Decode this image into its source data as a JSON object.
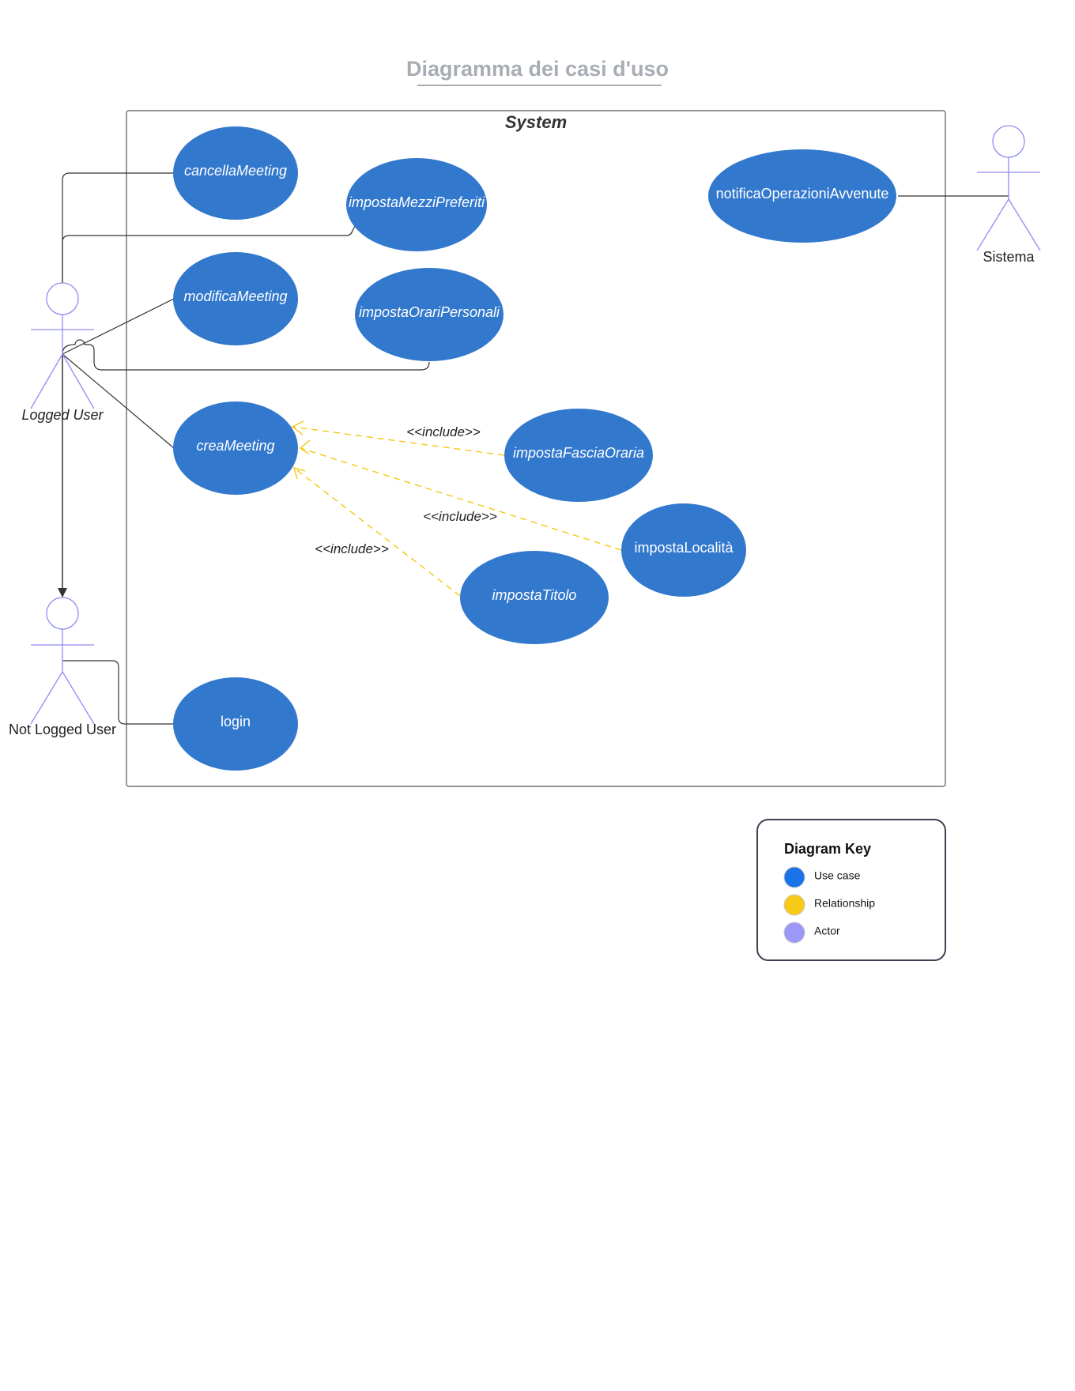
{
  "title": "Diagramma dei casi d'uso",
  "system_label": "System",
  "colors": {
    "use_case": "#3278cd",
    "relationship": "#f4c400",
    "actor": "#8f8cf6",
    "line": "#333333",
    "title": "#a7adb3"
  },
  "actors": {
    "logged_user": "Logged User",
    "not_logged_user": "Not Logged User",
    "sistema": "Sistema"
  },
  "use_cases": {
    "cancella_meeting": "cancellaMeeting",
    "imposta_mezzi_preferiti": "impostaMezziPreferiti",
    "notifica_operazioni_avvenute": "notificaOperazioniAvvenute",
    "modifica_meeting": "modificaMeeting",
    "imposta_orari_personali": "impostaOrariPersonali",
    "crea_meeting": "creaMeeting",
    "imposta_fascia_oraria": "impostaFasciaOraria",
    "imposta_localita": "impostaLocalità",
    "imposta_titolo": "impostaTitolo",
    "login": "login"
  },
  "relationships": {
    "include_fascia": "<<include>>",
    "include_localita": "<<include>>",
    "include_titolo": "<<include>>"
  },
  "legend": {
    "title": "Diagram Key",
    "items": [
      {
        "label": "Use case",
        "color": "#1a73e8"
      },
      {
        "label": "Relationship",
        "color": "#f7ca18"
      },
      {
        "label": "Actor",
        "color": "#9c98f7"
      }
    ]
  }
}
